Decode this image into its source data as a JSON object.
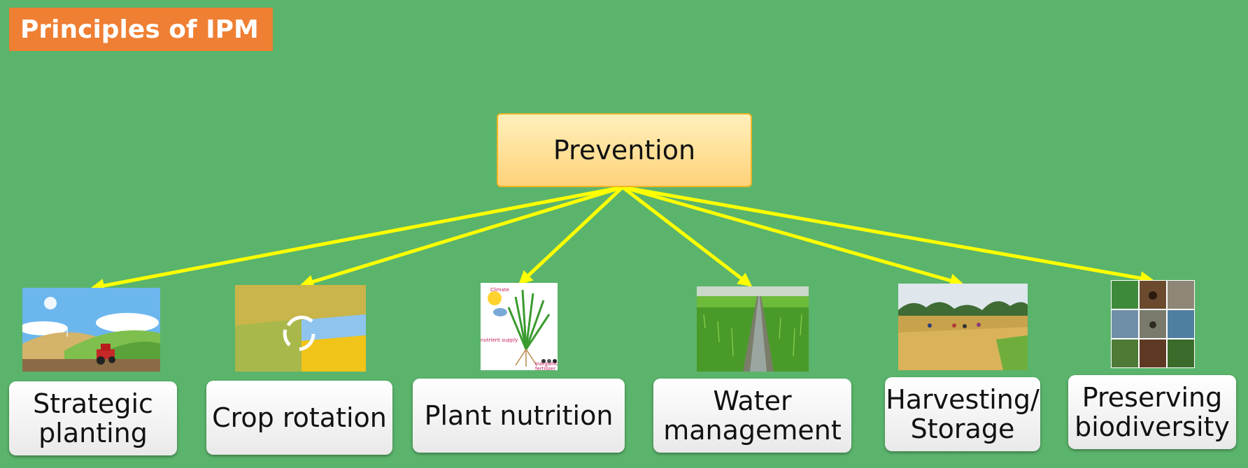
{
  "title": "Principles of IPM",
  "root": {
    "label": "Prevention"
  },
  "children": [
    {
      "label": "Strategic\nplanting",
      "image": "tractor-farm-illustration"
    },
    {
      "label": "Crop rotation",
      "image": "crop-rotation-cycle"
    },
    {
      "label": "Plant nutrition",
      "image": "plant-nutrition-diagram"
    },
    {
      "label": "Water\nmanagement",
      "image": "rice-field-canal"
    },
    {
      "label": "Harvesting/\nStorage",
      "image": "harvest-field"
    },
    {
      "label": "Preserving\nbiodiversity",
      "image": "biodiversity-grid"
    }
  ],
  "nutrition_image_text": {
    "climate": "Climate",
    "nutrient_supply": "nutrient supply",
    "inorganic": "inorganic",
    "fertilizer": "fertilizer"
  },
  "colors": {
    "background": "#5bb46c",
    "title_fill": "#ef7f33",
    "root_fill": "#ffd27a",
    "arrow": "#ffff00"
  }
}
